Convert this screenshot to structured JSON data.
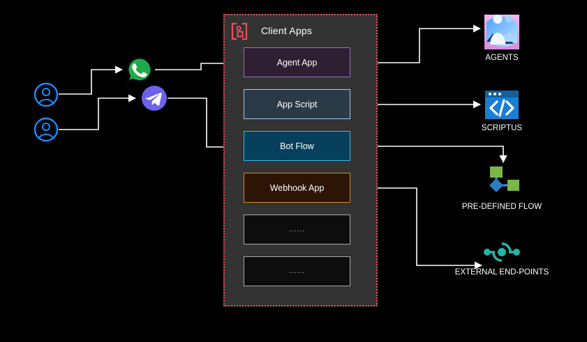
{
  "diagram": {
    "background_color": "#000000",
    "container": {
      "title": "Client Apps",
      "icon": "client-apps-icon",
      "border_color": "#e8505b",
      "fill_color": "#333333"
    },
    "sources": [
      {
        "label": "",
        "icon": "user-avatar-icon",
        "color": "#1a8cff"
      },
      {
        "label": "",
        "icon": "user-avatar-icon",
        "color": "#1a8cff"
      }
    ],
    "channels": [
      {
        "name": "whatsapp",
        "icon": "whatsapp-icon",
        "color": "#1faa4b"
      },
      {
        "name": "telegram",
        "icon": "telegram-icon",
        "color": "#6c63e8"
      }
    ],
    "apps": [
      {
        "label": "Agent App",
        "fill": "#2e1f33",
        "border": "#9b6fbf"
      },
      {
        "label": "App Script",
        "fill": "#2b3a47",
        "border": "#a9c7df"
      },
      {
        "label": "Bot Flow",
        "fill": "#07405c",
        "border": "#39b5e0"
      },
      {
        "label": "Webhook App",
        "fill": "#2c1505",
        "border": "#d98a26"
      },
      {
        "label": "......",
        "fill": "#0d0d0d",
        "border": "#a8a8a8"
      },
      {
        "label": "......",
        "fill": "#0d0d0d",
        "border": "#a8a8a8"
      }
    ],
    "targets": [
      {
        "caption": "AGENTS",
        "icon": "agents-icon",
        "color": "#4aa3ff"
      },
      {
        "caption": "SCRIPTUS",
        "icon": "scriptus-icon",
        "color": "#1a7fd4"
      },
      {
        "caption": "PRE-DEFINED FLOW",
        "icon": "flow-icon",
        "color": "#7ab648"
      },
      {
        "caption": "EXTERNAL END-POINTS",
        "icon": "endpoints-icon",
        "color": "#26b2a4"
      }
    ],
    "connector_color": "#ffffff"
  }
}
